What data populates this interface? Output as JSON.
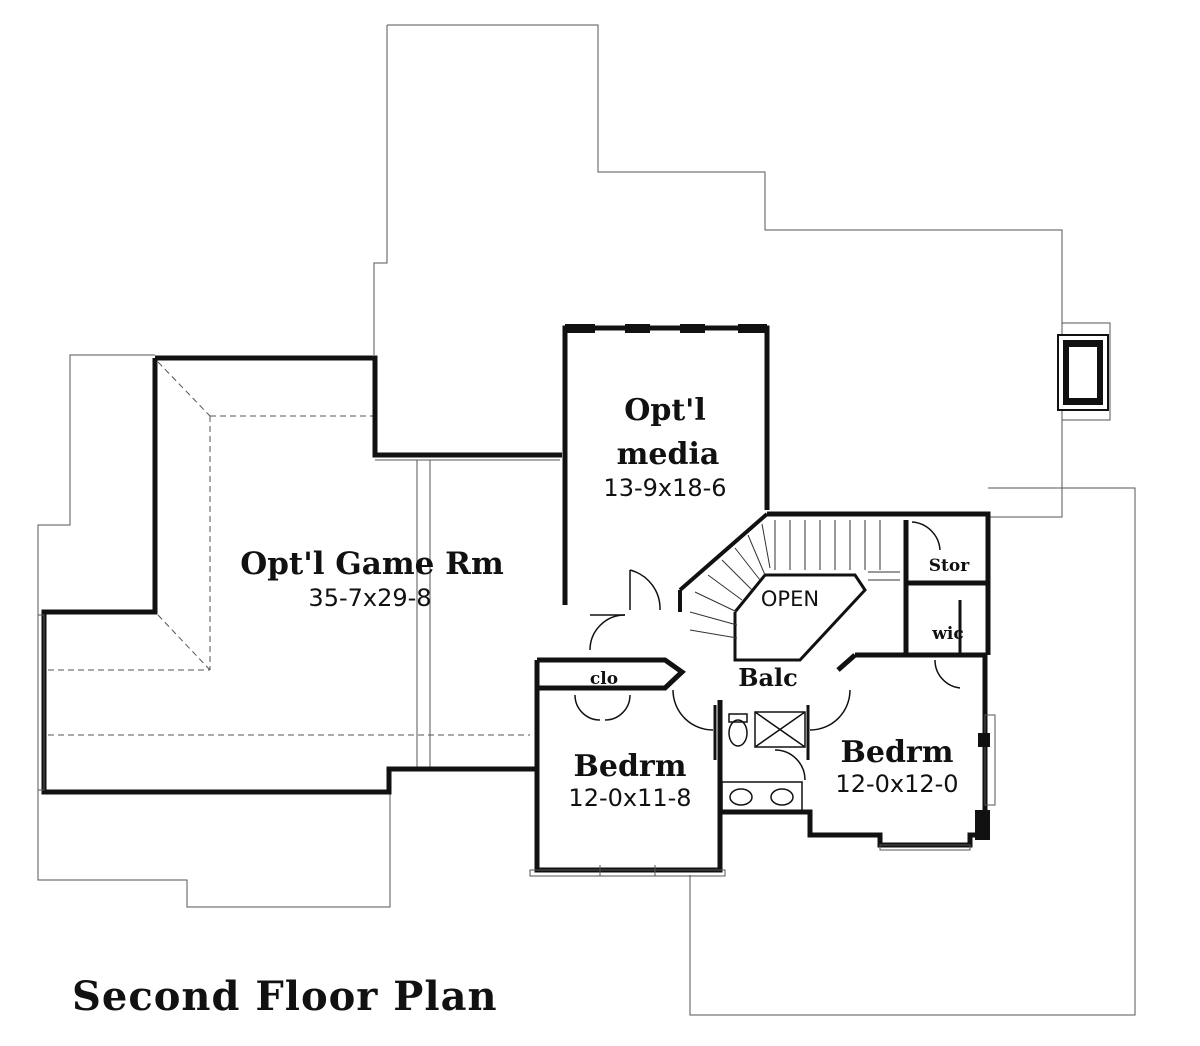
{
  "plan_title": "Second Floor Plan",
  "rooms": {
    "game_room": {
      "name": "Opt'l Game Rm",
      "dims": "35-7x29-8"
    },
    "media": {
      "name_line1": "Opt'l",
      "name_line2": "media",
      "dims": "13-9x18-6"
    },
    "bedroom_left": {
      "name": "Bedrm",
      "dims": "12-0x11-8"
    },
    "bedroom_right": {
      "name": "Bedrm",
      "dims": "12-0x12-0"
    }
  },
  "labels": {
    "open": "OPEN",
    "balcony": "Balc",
    "closet": "clo",
    "storage": "Stor",
    "walk_in_closet": "wic"
  }
}
